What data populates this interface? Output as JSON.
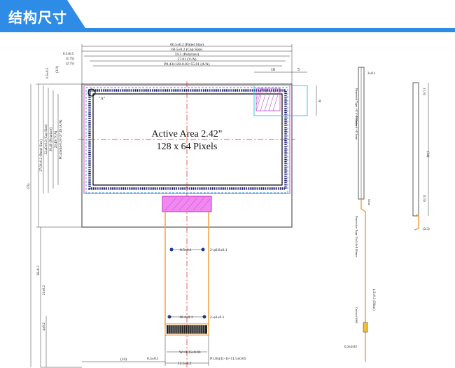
{
  "header": {
    "title": "结构尺寸",
    "accent_color": "#2e8ce6"
  },
  "drawing": {
    "active_area_label": "Active Area 2.42\"",
    "pixels_label": "128 x 64 Pixels",
    "dims_top": {
      "panel_size": "60.5±0.2 (Panel Size)",
      "cap_size": "60.5±0.2 (Cap Size)",
      "polarizer": "59.5 (Polarizer)",
      "va": "57.01 (V/A)",
      "aa": "P0.43x128-0.03=55.01 (A/A)",
      "offset_a": "0.5±0.5",
      "offset_b": "(1.75)",
      "offset_c": "(2.75)"
    },
    "dims_left": {
      "d1": "(3.0)",
      "d2": "0.5±0.5",
      "aa_h": "P0.43x64-0.03=27.49 (A/A)",
      "va_h": "29.49 (V/A)",
      "pol_h": "30.49 (Polarizer)",
      "cap_h": "32.40±0.2 (Cap Size)",
      "panel_h": "37.00±0.2 (Panel Size)",
      "total": "(73)",
      "d3": "36±0.3",
      "d4": "21±0.2",
      "d5": "4±0.2"
    },
    "dims_top_right": {
      "r1": "10",
      "r2": "5",
      "r3": "4"
    },
    "dims_fpc": {
      "hole_pitch_1": "8.5±0.1",
      "hole_dia_1": "2-φ0.8±0.1",
      "hole_pitch_2": "10.4±0.1",
      "hole_dia_2": "2-φ1±0.1",
      "pin_width": "W=0.35±0.03",
      "pin_pitch": "P1.0x(31-1)=11.5±0.05",
      "edge": "0.5±0.1",
      "total_w": "12.5±0.2",
      "offset": "(24)"
    },
    "marker_a": "\"A\"",
    "side_view": {
      "film": "Removed Tape +0.1/-0.05mm",
      "t1": "2±0.1",
      "polarizer": "Polarized +0.1mm",
      "glue": "Glue",
      "tape": "Protective Tape 15x5.4±0.05mm",
      "thickness": "4.5±0.3 (Dime)",
      "stiffener": "Contact Stiff.",
      "bottom": "0.3±0.03"
    },
    "side_view2": {
      "top": "(1.5)",
      "mid": "(34)",
      "low": "(1.5)",
      "bot": "(2.3)"
    }
  }
}
